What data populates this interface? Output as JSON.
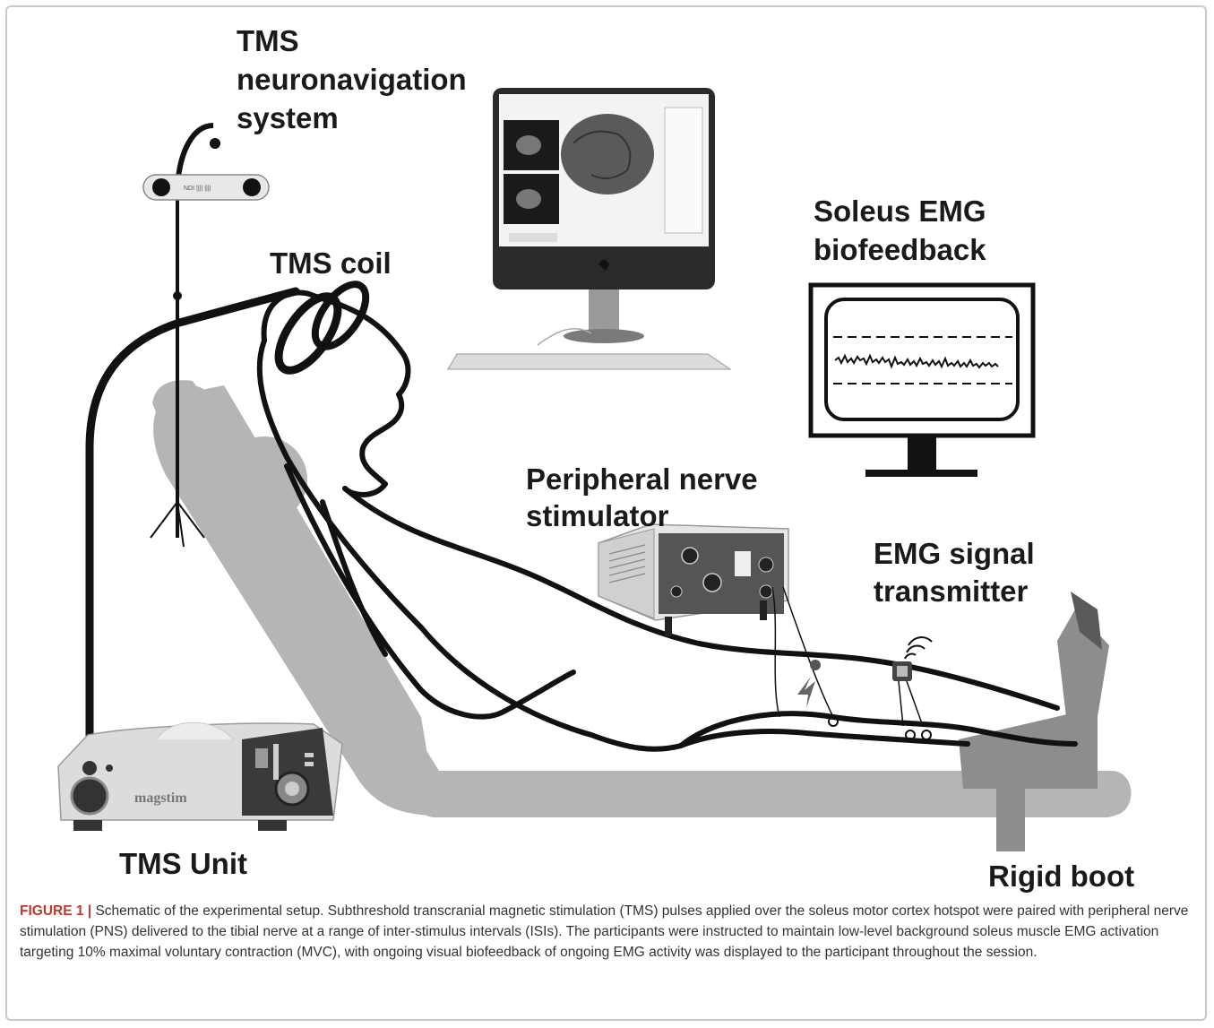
{
  "labels": {
    "tms_neuronavigation": [
      "TMS",
      "neuronavigation",
      "system"
    ],
    "tms_coil": "TMS coil",
    "soleus_emg": [
      "Soleus EMG",
      "biofeedback"
    ],
    "peripheral_nerve": [
      "Peripheral nerve",
      "stimulator"
    ],
    "emg_transmitter": [
      "EMG signal",
      "transmitter"
    ],
    "tms_unit": "TMS Unit",
    "rigid_boot": "Rigid boot",
    "magstim_brand": "magstim"
  },
  "caption": {
    "figure_label": "FIGURE 1",
    "separator": "|",
    "text": "Schematic of the experimental setup. Subthreshold transcranial magnetic stimulation (TMS) pulses applied over the soleus motor cortex hotspot were paired with peripheral nerve stimulation (PNS) delivered to the tibial nerve at a range of inter-stimulus intervals (ISIs). The participants were instructed to maintain low-level background soleus muscle EMG activation targeting 10% maximal voluntary contraction (MVC), with ongoing visual biofeedback of ongoing EMG activity was displayed to the participant throughout the session."
  },
  "colors": {
    "chair": "#b5b5b5",
    "outline": "#111111",
    "device_light": "#e3e3e3",
    "caption_label": "#c0392b"
  }
}
